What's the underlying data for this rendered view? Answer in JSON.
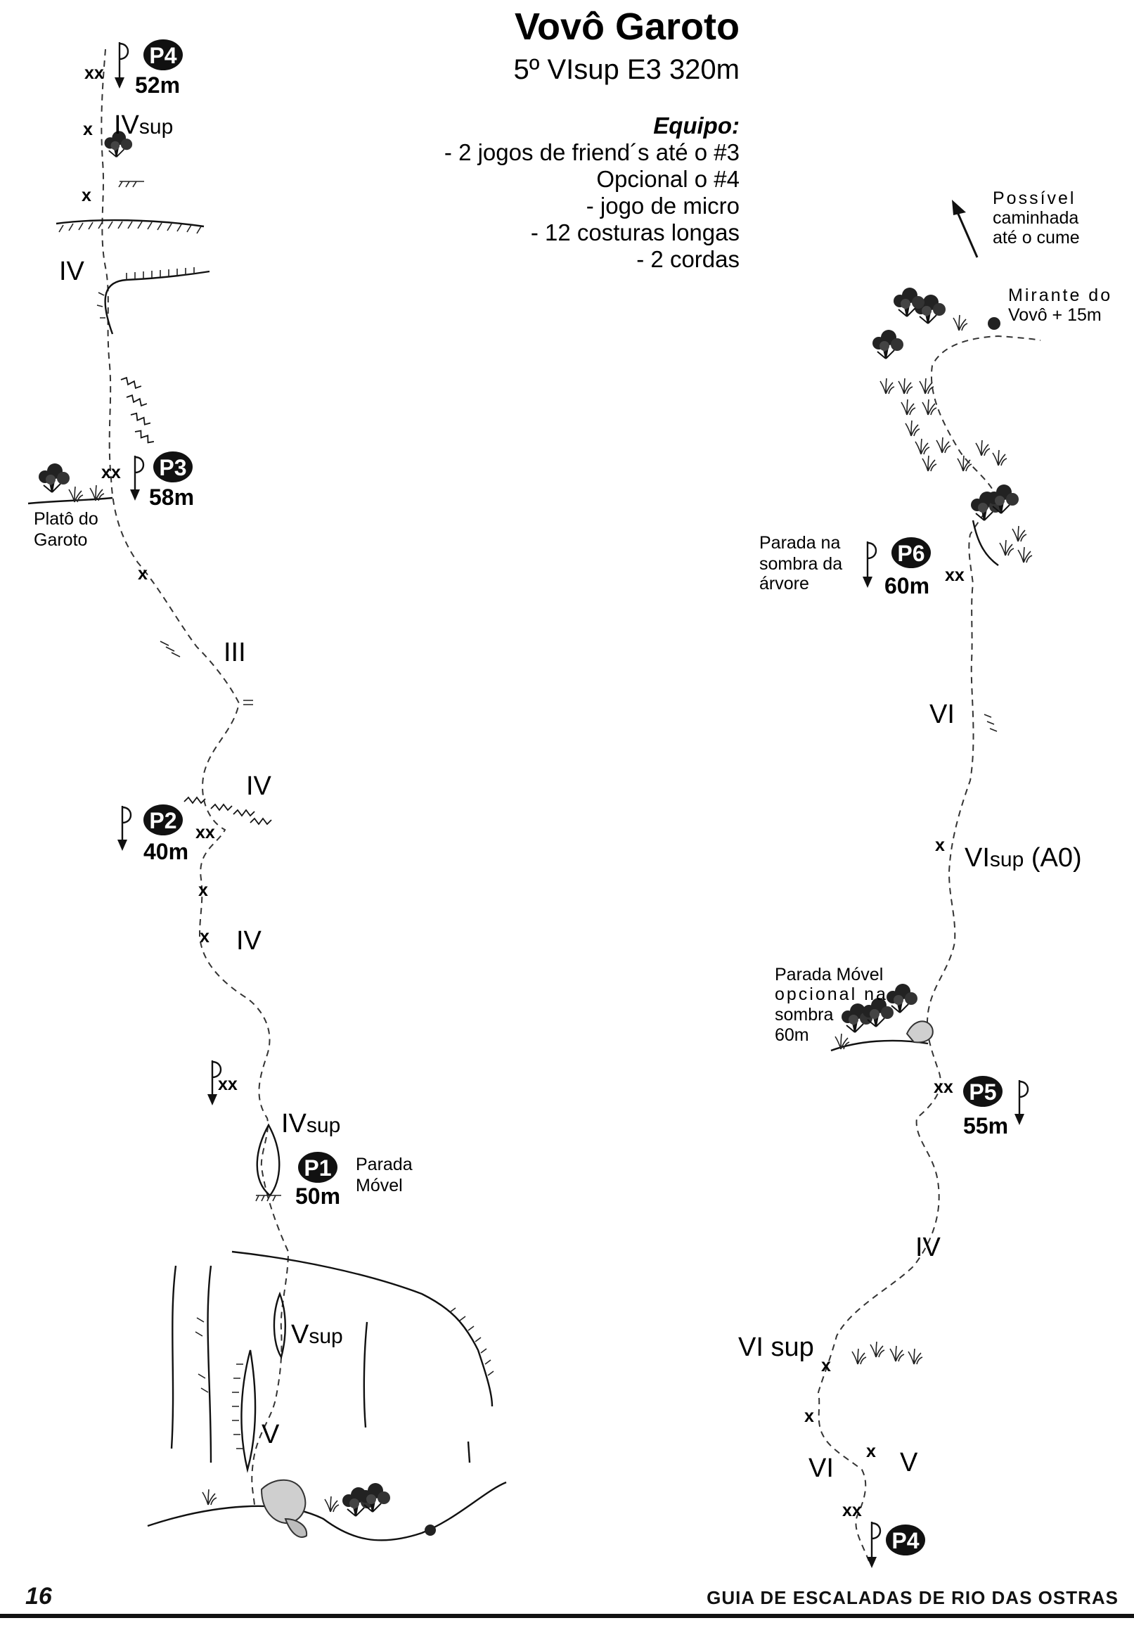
{
  "header": {
    "title": "Vovô Garoto",
    "subtitle": "5º VIsup E3 320m",
    "equipment_title": "Equipo:",
    "equipment": [
      "- 2 jogos de friend´s até o #3",
      "Opcional o #4",
      "- jogo de micro",
      "- 12 costuras longas",
      "- 2 cordas"
    ]
  },
  "notes": {
    "walk": [
      "Possível",
      "caminhada",
      "até o cume"
    ],
    "mirante": [
      "Mirante do",
      "Vovô + 15m"
    ],
    "plato": [
      "Platô do",
      "Garoto"
    ],
    "p6_note": [
      "Parada na",
      "sombra da",
      "árvore"
    ],
    "movel": [
      "Parada Móvel",
      "opcional na",
      "sombra",
      "60m"
    ],
    "p1_note": [
      "Parada",
      "Móvel"
    ]
  },
  "belays": {
    "p4_top": {
      "id": "P4",
      "length": "52m"
    },
    "p3": {
      "id": "P3",
      "length": "58m"
    },
    "p2": {
      "id": "P2",
      "length": "40m"
    },
    "p1": {
      "id": "P1",
      "length": "50m"
    },
    "p6": {
      "id": "P6",
      "length": "60m"
    },
    "p5": {
      "id": "P5",
      "length": "55m"
    },
    "p4_bottom": {
      "id": "P4"
    }
  },
  "grades": {
    "l_ivsup_top": [
      "IV",
      "sup"
    ],
    "l_iv_1": "IV",
    "l_iii": "III",
    "l_iv_2": "IV",
    "l_iv_3": "IV",
    "l_ivsup_bottom": [
      "IV",
      "sup"
    ],
    "l_vsup": [
      "V",
      "sup"
    ],
    "l_v": "V",
    "r_vi_1": "VI",
    "r_visup_a0": [
      "VI",
      "sup",
      " (A0)"
    ],
    "r_iv": "IV",
    "r_visup": "VI sup",
    "r_vi_2": "VI",
    "r_v": "V"
  },
  "bolts": {
    "single": "x",
    "double": "xx"
  },
  "footer": {
    "page_number": "16",
    "guide_title": "GUIA DE ESCALADAS DE RIO DAS OSTRAS"
  }
}
